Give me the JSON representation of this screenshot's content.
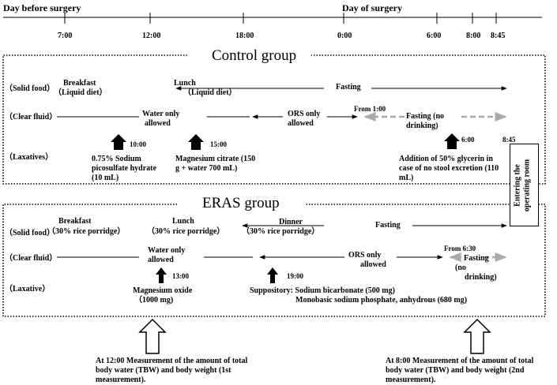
{
  "timeline": {
    "day_before": "Day before surgery",
    "day_of": "Day of surgery",
    "ticks": [
      "7:00",
      "12:00",
      "18:00",
      "0:00",
      "6:00",
      "8:00",
      "8:45"
    ]
  },
  "control": {
    "title": "Control group",
    "row_solid": "（Solid food）",
    "row_clear": "（Clear fluid）",
    "row_laxatives": "（Laxatives）",
    "breakfast_1": "Breakfast",
    "breakfast_2": "（Liquid diet）",
    "lunch_1": "Lunch",
    "lunch_2": "（Liquid diet）",
    "fasting": "Fasting",
    "water_1": "Water only",
    "water_2": "allowed",
    "ors_1": "ORS only",
    "ors_2": "allowed",
    "from": "From 1:00",
    "nodrink_1": "Fasting (no",
    "nodrink_2": "drinking)",
    "time_1000": "10:00",
    "time_1500": "15:00",
    "time_600": "6:00",
    "time_845": "8:45",
    "lax1_1": "0.75% Sodium",
    "lax1_2": "picosulfate hydrate",
    "lax1_3": "(10 mL)",
    "lax2_1": "Magnesium citrate (150",
    "lax2_2": "g + water 700 mL)",
    "lax3_1": "Addition of 50% glycerin in",
    "lax3_2": "case of no stool excretion  (110",
    "lax3_3": "mL)"
  },
  "operating_room": {
    "line1": "Entering the",
    "line2": "operating room"
  },
  "eras": {
    "title": "ERAS group",
    "row_solid": "（Solid food）",
    "row_clear": "（Clear fluid）",
    "row_laxative": "（Laxative）",
    "breakfast_1": "Breakfast",
    "breakfast_2": "（30% rice porridge）",
    "lunch_1": "Lunch",
    "lunch_2": "（30% rice porridge）",
    "dinner_1": "Dinner",
    "dinner_2": "（30% rice porridge）",
    "fasting": "Fasting",
    "water_1": "Water only",
    "water_2": "allowed",
    "ors_1": "ORS only",
    "ors_2": "allowed",
    "from": "From 6:30",
    "nodrink_1": "Fasting",
    "nodrink_2": "(no",
    "nodrink_3": "drinking)",
    "time_1300": "13:00",
    "time_1900": "19:00",
    "lax1_1": "Magnesium oxide",
    "lax1_2": "（1000 mg)",
    "lax2_1": "Suppository: Sodium bicarbonate (500 mg)",
    "lax2_2": "Monobasic sodium phosphate, anhydrous (680 mg)"
  },
  "measurement": {
    "m1_1": "At 12:00   Measurement of the amount of total",
    "m1_2": "body water (TBW) and body weight (1st",
    "m1_3": "measurement).",
    "m2_1": "At 8:00   Measurement of the amount of total",
    "m2_2": "body water (TBW) and body weight (2nd",
    "m2_3": "measurement)."
  }
}
